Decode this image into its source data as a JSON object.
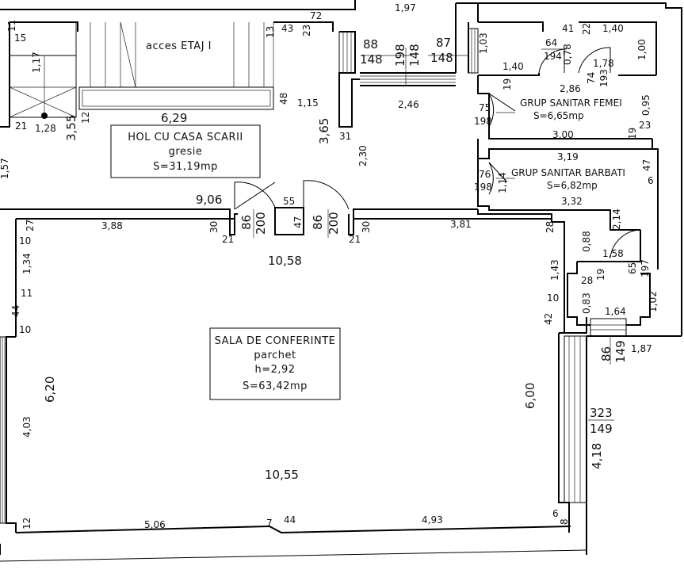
{
  "rooms": {
    "hall": {
      "name": "HOL CU CASA SCARII",
      "floor": "gresie",
      "area": "S=31,19mp"
    },
    "conference": {
      "name": "SALA DE CONFERINTE",
      "floor": "parchet",
      "height": "h=2,92",
      "area": "S=63,42mp"
    },
    "wc_women": {
      "name": "GRUP SANITAR FEMEI",
      "area": "S=6,65mp"
    },
    "wc_men": {
      "name": "GRUP SANITAR BARBATI",
      "area": "S=6,82mp"
    }
  },
  "stairs_label": "acces ETAJ I",
  "dims": {
    "d197": "1,97",
    "d72": "72",
    "d43": "43",
    "d23a": "23",
    "d11": "11",
    "d15": "15",
    "d13": "13",
    "d117": "1,17",
    "d48": "48",
    "d115": "1,15",
    "d21a": "21",
    "d128": "1,28",
    "d12a": "12",
    "d355": "3,55",
    "d629": "6,29",
    "d157": "1,57",
    "d365": "3,65",
    "d31": "31",
    "d230": "2,30",
    "d88": "88",
    "d148a": "148",
    "d198a": "198",
    "d148b": "148",
    "d87": "87",
    "d148c": "148",
    "d246": "2,46",
    "d103": "1,03",
    "d64": "64",
    "d194": "194",
    "d078": "0,78",
    "d41": "41",
    "d22": "22",
    "d140a": "1,40",
    "d100": "1,00",
    "d140b": "1,40",
    "d178": "1,78",
    "d74": "74",
    "d193": "193",
    "d19a": "19",
    "d286": "2,86",
    "d095": "0,95",
    "d75": "75",
    "d198b": "198",
    "d300": "3,00",
    "d19b": "19",
    "d23b": "23",
    "d319": "3,19",
    "d47a": "47",
    "d6a": "6",
    "d76": "76",
    "d198c": "198",
    "d114": "1,14",
    "d332": "3,32",
    "d906": "9,06",
    "d55": "55",
    "d86a": "86",
    "d200a": "200",
    "d47b": "47",
    "d86b": "86",
    "d200b": "200",
    "d30a": "30",
    "d21b": "21",
    "d21c": "21",
    "d30b": "30",
    "d388": "3,88",
    "d381": "3,81",
    "d27": "27",
    "d28a": "28",
    "d10a": "10",
    "d134": "1,34",
    "d11b": "11",
    "d44a": "44",
    "d10b": "10",
    "d1058": "10,58",
    "d143": "1,43",
    "d10c": "10",
    "d42": "42",
    "d214": "2,14",
    "d088": "0,88",
    "d158": "1,58",
    "d65": "65",
    "d197b": "197",
    "d28b": "28",
    "d19c": "19",
    "d083": "0,83",
    "d102": "1,02",
    "d164": "1,64",
    "d86c": "86",
    "d149a": "149",
    "d187": "1,87",
    "d620": "6,20",
    "d403": "4,03",
    "d600": "6,00",
    "d323": "323",
    "d149b": "149",
    "d418": "4,18",
    "d1055": "10,55",
    "d12b": "12",
    "d506": "5,06",
    "d7": "7",
    "d44b": "44",
    "d493": "4,93",
    "d6b": "6",
    "d8": "8"
  }
}
